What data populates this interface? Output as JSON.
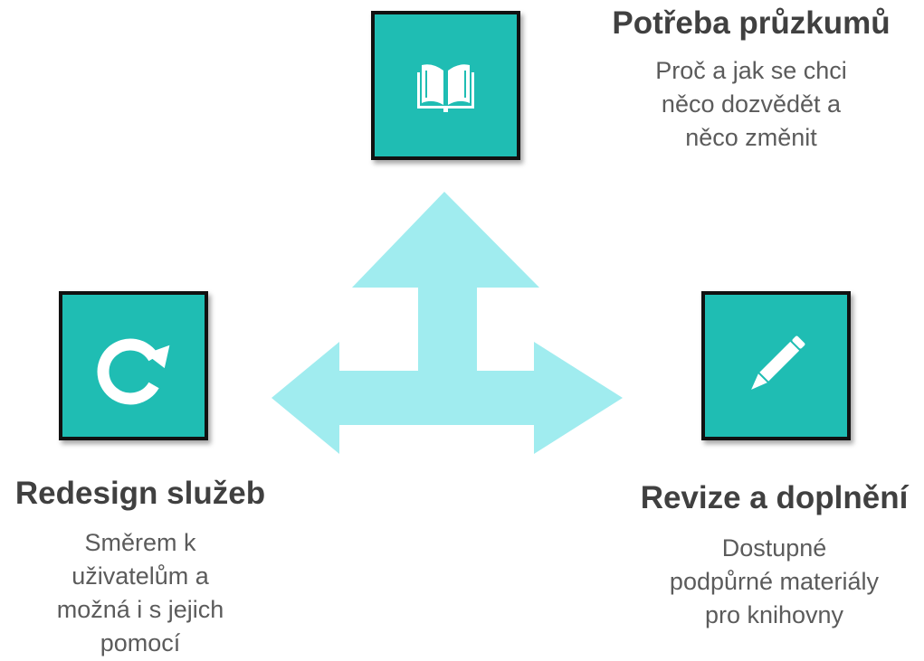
{
  "colors": {
    "tile_fill": "#1fbdb3",
    "tile_border": "#111111",
    "arrow_fill": "#a0ecef",
    "heading_text": "#404040",
    "body_text": "#5b5b5b"
  },
  "diagram": {
    "connector": "three-way-arrow",
    "nodes": [
      {
        "id": "top",
        "icon": "open-book-icon",
        "heading": "Potřeba průzkumů",
        "description_lines": [
          "Proč a jak se chci",
          "něco dozvědět a",
          "něco změnit"
        ]
      },
      {
        "id": "left",
        "icon": "refresh-icon",
        "heading": "Redesign služeb",
        "description_lines": [
          "Směrem k",
          "uživatelům a",
          "možná i s jejich",
          "pomocí"
        ]
      },
      {
        "id": "right",
        "icon": "pencil-icon",
        "heading": "Revize a doplnění",
        "description_lines": [
          "Dostupné",
          "podpůrné materiály",
          "pro knihovny"
        ]
      }
    ]
  }
}
